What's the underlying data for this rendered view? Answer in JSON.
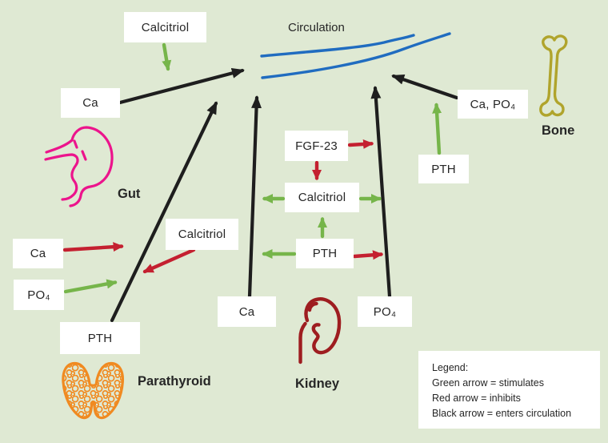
{
  "colors": {
    "background": "#dfe9d3",
    "text_ink": "#262626",
    "green_arrow": "#76b54a",
    "red_arrow": "#c42030",
    "black_arrow": "#1e1e1e",
    "circulation_blue": "#206cc0",
    "gut_pink": "#ec148c",
    "parathyroid_orange": "#f08a21",
    "kidney_red": "#9e1d20",
    "bone_olive": "#b0a42c"
  },
  "circulation_label": "Circulation",
  "boxes": {
    "calcitriol_top": "Calcitriol",
    "ca_top": "Ca",
    "ca_po4_bone": "Ca, PO₄",
    "pth_bone": "PTH",
    "fgf23": "FGF-23",
    "calcitriol_mid": "Calcitriol",
    "pth_mid": "PTH",
    "ca_left": "Ca",
    "po4_left": "PO₄",
    "calcitriol_left": "Calcitriol",
    "pth_left": "PTH",
    "ca_kidney": "Ca",
    "po4_kidney": "PO₄"
  },
  "organs": {
    "gut": "Gut",
    "bone": "Bone",
    "parathyroid": "Parathyroid",
    "kidney": "Kidney"
  },
  "arrows": [
    {
      "type": "green",
      "meaning": "stimulates",
      "from": "calcitriol_top",
      "to": "gut"
    },
    {
      "type": "black",
      "meaning": "enters circulation",
      "from": "ca_top",
      "to": "circulation"
    },
    {
      "type": "black",
      "meaning": "enters circulation",
      "from": "pth_left",
      "to": "circulation"
    },
    {
      "type": "black",
      "meaning": "enters circulation",
      "from": "ca_kidney",
      "to": "circulation"
    },
    {
      "type": "black",
      "meaning": "enters circulation",
      "from": "po4_kidney",
      "to": "circulation"
    },
    {
      "type": "black",
      "meaning": "enters circulation",
      "from": "ca_po4_bone",
      "to": "circulation"
    },
    {
      "type": "green",
      "meaning": "stimulates",
      "from": "pth_bone",
      "to": "ca_po4_bone"
    },
    {
      "type": "red",
      "meaning": "inhibits",
      "from": "fgf23",
      "to": "po4_kidney"
    },
    {
      "type": "red",
      "meaning": "inhibits",
      "from": "fgf23",
      "to": "calcitriol_mid"
    },
    {
      "type": "green",
      "meaning": "stimulates",
      "from": "calcitriol_mid",
      "to": "ca_kidney"
    },
    {
      "type": "green",
      "meaning": "stimulates",
      "from": "calcitriol_mid",
      "to": "po4_kidney"
    },
    {
      "type": "green",
      "meaning": "stimulates",
      "from": "pth_mid",
      "to": "calcitriol_mid"
    },
    {
      "type": "green",
      "meaning": "stimulates",
      "from": "pth_mid",
      "to": "ca_kidney"
    },
    {
      "type": "red",
      "meaning": "inhibits",
      "from": "pth_mid",
      "to": "po4_kidney"
    },
    {
      "type": "red",
      "meaning": "inhibits",
      "from": "ca_left",
      "to": "pth_left"
    },
    {
      "type": "green",
      "meaning": "stimulates",
      "from": "po4_left",
      "to": "pth_left"
    },
    {
      "type": "red",
      "meaning": "inhibits",
      "from": "calcitriol_left",
      "to": "pth_left"
    }
  ],
  "legend": {
    "title": "Legend:",
    "green": "Green arrow = stimulates",
    "red": "Red arrow = inhibits",
    "black": "Black arrow = enters circulation"
  }
}
